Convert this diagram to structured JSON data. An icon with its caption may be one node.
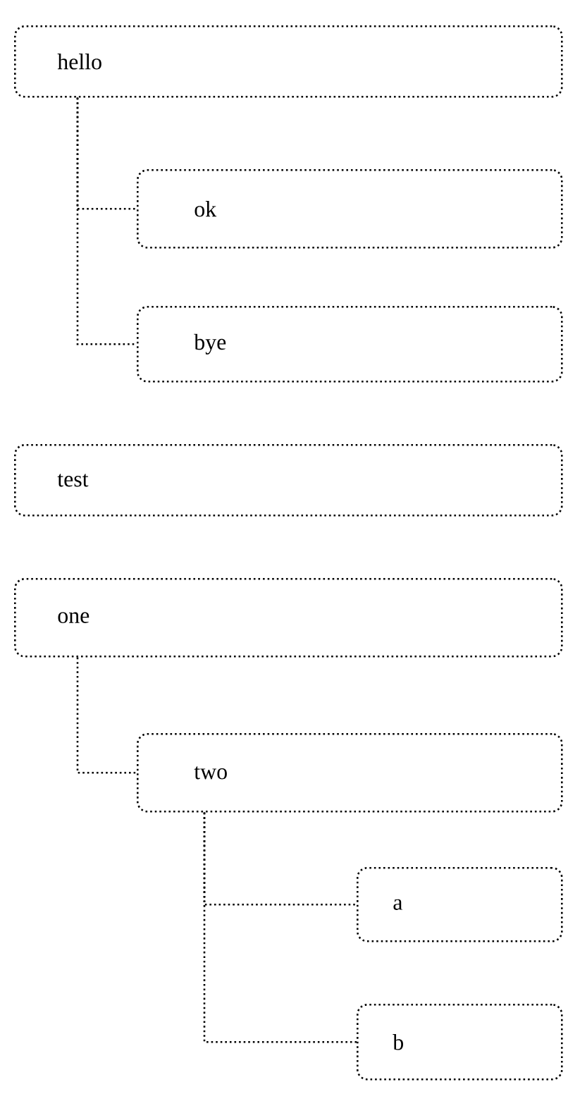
{
  "diagram": {
    "nodes": [
      {
        "text": [
          "hello"
        ]
      },
      {
        "text": [
          "ok"
        ]
      },
      {
        "text": [
          "bye"
        ]
      },
      {
        "text": [
          "test"
        ]
      },
      {
        "text": [
          "one"
        ]
      },
      {
        "text": [
          "two"
        ]
      },
      {
        "text": [
          "a"
        ]
      },
      {
        "text": [
          "b"
        ]
      }
    ],
    "edges": [
      {
        "from": 0,
        "to": 1,
        "arrow": "none"
      },
      {
        "from": 0,
        "to": 2,
        "arrow": "none"
      },
      {
        "from": 4,
        "to": 5,
        "arrow": "none"
      },
      {
        "from": 5,
        "to": 6,
        "arrow": "none"
      },
      {
        "from": 5,
        "to": 7,
        "arrow": "none"
      }
    ]
  }
}
